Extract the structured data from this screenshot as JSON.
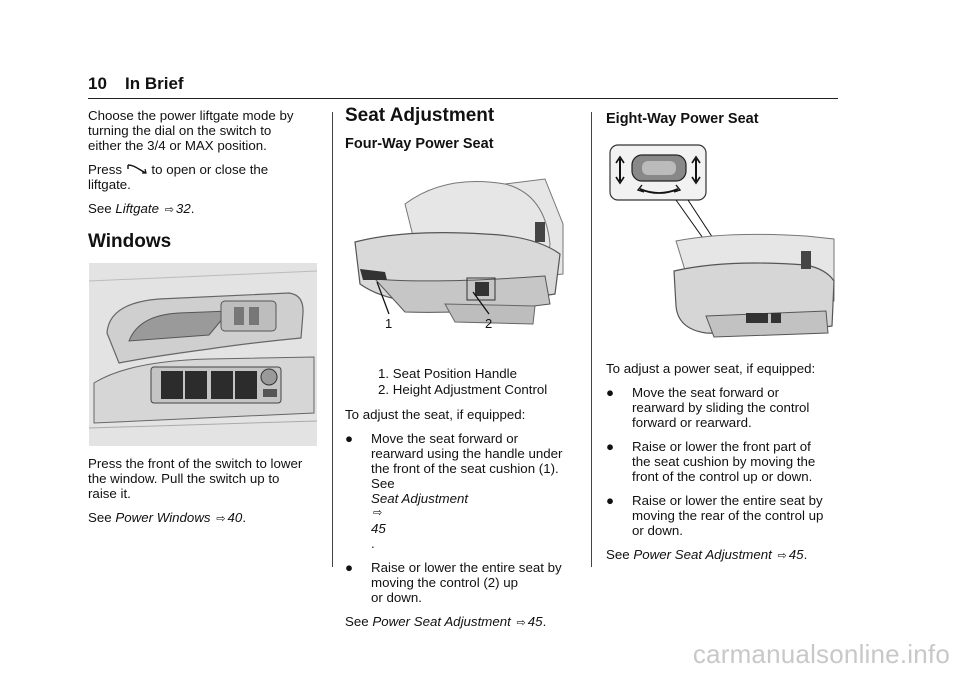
{
  "header": {
    "page_number": "10",
    "section_title": "In Brief"
  },
  "col1": {
    "liftgate_text_lines": [
      "Choose the power liftgate mode by",
      "turning the dial on the switch to",
      "either the 3/4 or MAX position."
    ],
    "press_word": "Press",
    "press_rest_1": "to open or close the",
    "press_rest_2": "liftgate.",
    "see_word": "See",
    "liftgate_ref": "Liftgate",
    "liftgate_page": "32",
    "windows_heading": "Windows",
    "windows_text_lines": [
      "Press the front of the switch to lower",
      "the window. Pull the switch up to",
      "raise it."
    ],
    "power_windows_ref": "Power Windows",
    "power_windows_page": "40"
  },
  "col2": {
    "heading": "Seat Adjustment",
    "subheading": "Four-Way Power Seat",
    "callout_1": "1",
    "callout_2": "2",
    "list": [
      "1.  Seat Position Handle",
      "2.  Height Adjustment Control"
    ],
    "intro": "To adjust the seat, if equipped:",
    "bullet1_lines": [
      "Move the seat forward or",
      "rearward using the handle under",
      "the front of the seat cushion (1)."
    ],
    "bullet1_see": "See",
    "bullet1_ref": "Seat Adjustment",
    "bullet1_page": "45",
    "bullet2_lines": [
      "Raise or lower the entire seat by",
      "moving the control (2) up",
      "or down."
    ],
    "see_word": "See",
    "ref": "Power Seat Adjustment",
    "page": "45"
  },
  "col3": {
    "subheading": "Eight-Way Power Seat",
    "intro": "To adjust a power seat, if equipped:",
    "bullet1_lines": [
      "Move the seat forward or",
      "rearward by sliding the control",
      "forward or rearward."
    ],
    "bullet2_lines": [
      "Raise or lower the front part of",
      "the seat cushion by moving the",
      "front of the control up or down."
    ],
    "bullet3_lines": [
      "Raise or lower the entire seat by",
      "moving the rear of the control up",
      "or down."
    ],
    "see_word": "See",
    "ref": "Power Seat Adjustment",
    "page": "45"
  },
  "bullet_glyph": "●",
  "ref_arrow": "⇨",
  "watermark": "carmanualsonline.info"
}
